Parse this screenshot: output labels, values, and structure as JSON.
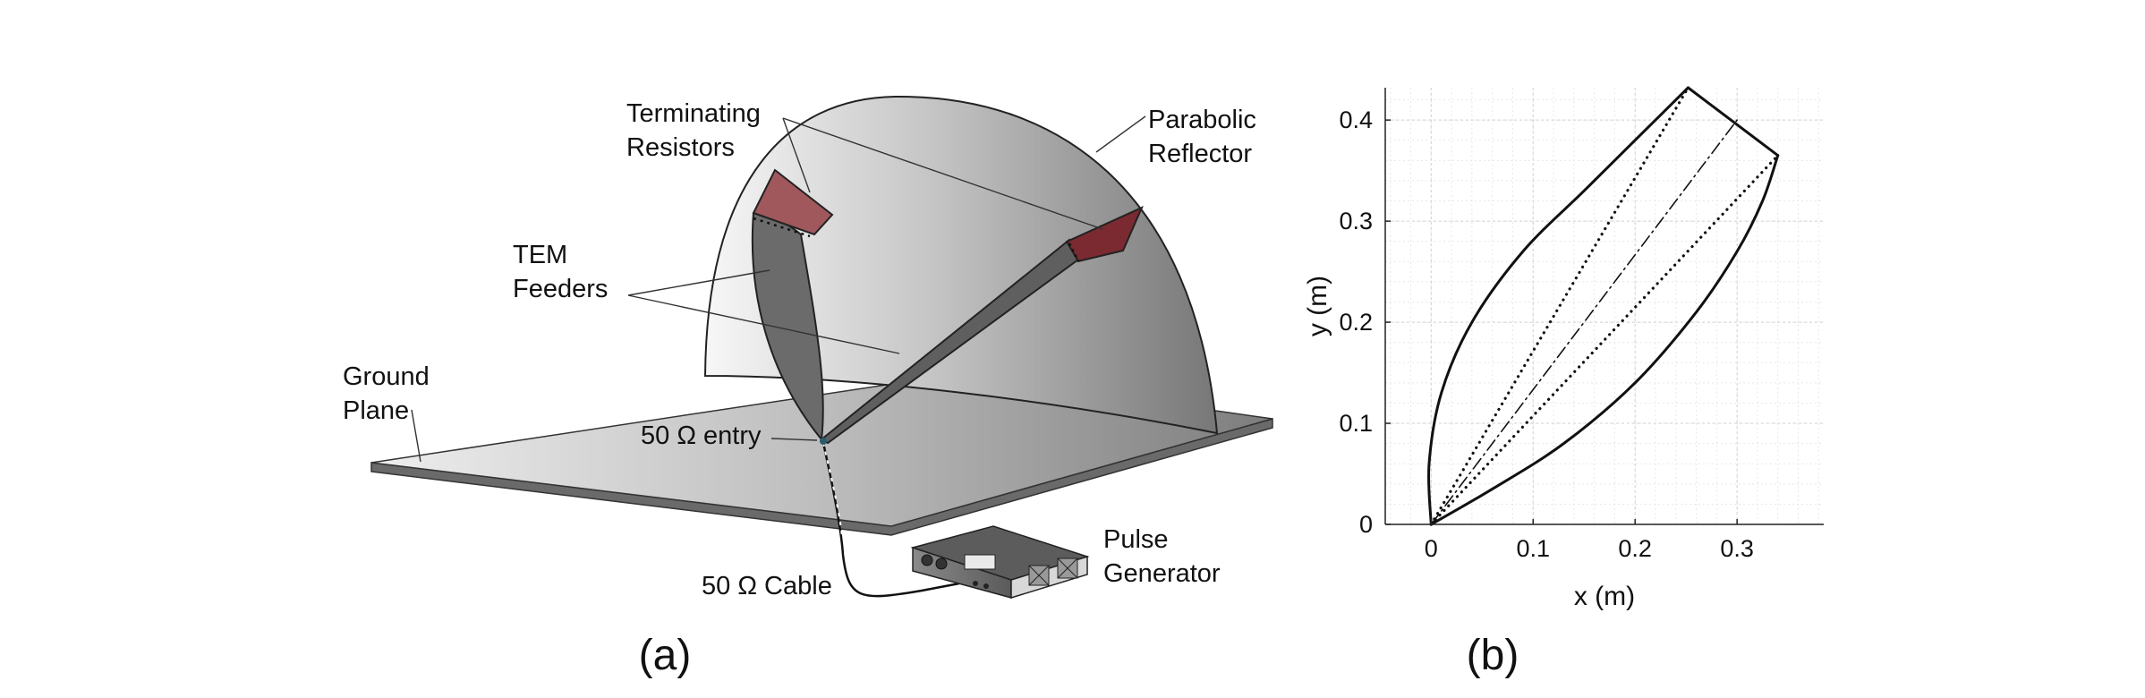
{
  "panel_a": {
    "caption": "(a)",
    "labels": {
      "terminating_resistors_line1": "Terminating",
      "terminating_resistors_line2": "Resistors",
      "parabolic_reflector_line1": "Parabolic",
      "parabolic_reflector_line2": "Reflector",
      "tem_feeders_line1": "TEM",
      "tem_feeders_line2": "Feeders",
      "ground_plane_line1": "Ground",
      "ground_plane_line2": "Plane",
      "entry": "50 Ω entry",
      "cable": "50 Ω Cable",
      "pulse_generator_line1": "Pulse",
      "pulse_generator_line2": "Generator"
    },
    "colors": {
      "resistor": "#a0585c",
      "resistor_dark": "#7a2a30",
      "feeder": "#6b6b6b",
      "ground_plane": "#c8c8c8"
    }
  },
  "panel_b": {
    "caption": "(b)",
    "chart_data": {
      "type": "line",
      "xlabel": "x (m)",
      "ylabel": "y (m)",
      "xlim": [
        -0.045,
        0.385
      ],
      "ylim": [
        0,
        0.432
      ],
      "xticks": [
        0,
        0.1,
        0.2,
        0.3
      ],
      "xtick_labels": [
        "0",
        "0.1",
        "0.2",
        "0.3"
      ],
      "yticks": [
        0,
        0.1,
        0.2,
        0.3,
        0.4
      ],
      "ytick_labels": [
        "0",
        "0.1",
        "0.2",
        "0.3",
        "0.4"
      ],
      "grid": true,
      "series": [
        {
          "style": "solid",
          "x": [
            0,
            -0.002,
            0.01,
            0.04,
            0.09,
            0.15,
            0.2,
            0.235,
            0.252
          ],
          "y": [
            0,
            0.06,
            0.13,
            0.2,
            0.27,
            0.33,
            0.38,
            0.415,
            0.432
          ]
        },
        {
          "style": "solid",
          "x": [
            0,
            0.06,
            0.13,
            0.2,
            0.26,
            0.3,
            0.325,
            0.34
          ],
          "y": [
            0,
            0.035,
            0.08,
            0.14,
            0.21,
            0.27,
            0.32,
            0.365
          ]
        },
        {
          "style": "solid",
          "x": [
            0.252,
            0.34
          ],
          "y": [
            0.432,
            0.365
          ]
        },
        {
          "style": "dotted",
          "x": [
            0,
            0.252
          ],
          "y": [
            0,
            0.432
          ]
        },
        {
          "style": "dotted",
          "x": [
            0,
            0.34
          ],
          "y": [
            0,
            0.365
          ]
        },
        {
          "style": "dashdot",
          "x": [
            0,
            0.3
          ],
          "y": [
            0,
            0.4
          ]
        }
      ]
    }
  }
}
